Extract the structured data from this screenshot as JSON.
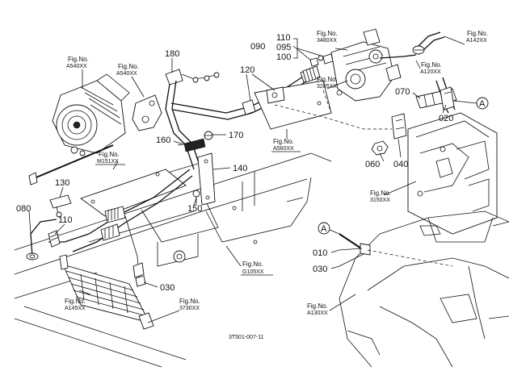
{
  "diagram": {
    "drawing_code": "3T501-007-11",
    "part_labels": [
      "180",
      "090",
      "110",
      "095",
      "100",
      "120",
      "070",
      "020",
      "170",
      "160",
      "140",
      "060",
      "040",
      "130",
      "080",
      "110",
      "150",
      "010",
      "030",
      "030"
    ],
    "figure_refs": [
      {
        "prefix": "Fig.No.",
        "code": "A540XX"
      },
      {
        "prefix": "Fig.No.",
        "code": "A540XX"
      },
      {
        "prefix": "Fig.No.",
        "code": "3480XX"
      },
      {
        "prefix": "Fig.No.",
        "code": "3205XX"
      },
      {
        "prefix": "Fig.No.",
        "code": "A142XX"
      },
      {
        "prefix": "Fig.No.",
        "code": "A120XX"
      },
      {
        "prefix": "Fig.No.",
        "code": "A560XX"
      },
      {
        "prefix": "Fig.No.",
        "code": "M151XX"
      },
      {
        "prefix": "Fig.No.",
        "code": "3150XX"
      },
      {
        "prefix": "Fig.No.",
        "code": "G105XX"
      },
      {
        "prefix": "Fig.No.",
        "code": "A145XX"
      },
      {
        "prefix": "Fig.No.",
        "code": "3730XX"
      },
      {
        "prefix": "Fig.No.",
        "code": "A130XX"
      }
    ],
    "connector_marks": [
      "A",
      "A"
    ]
  }
}
